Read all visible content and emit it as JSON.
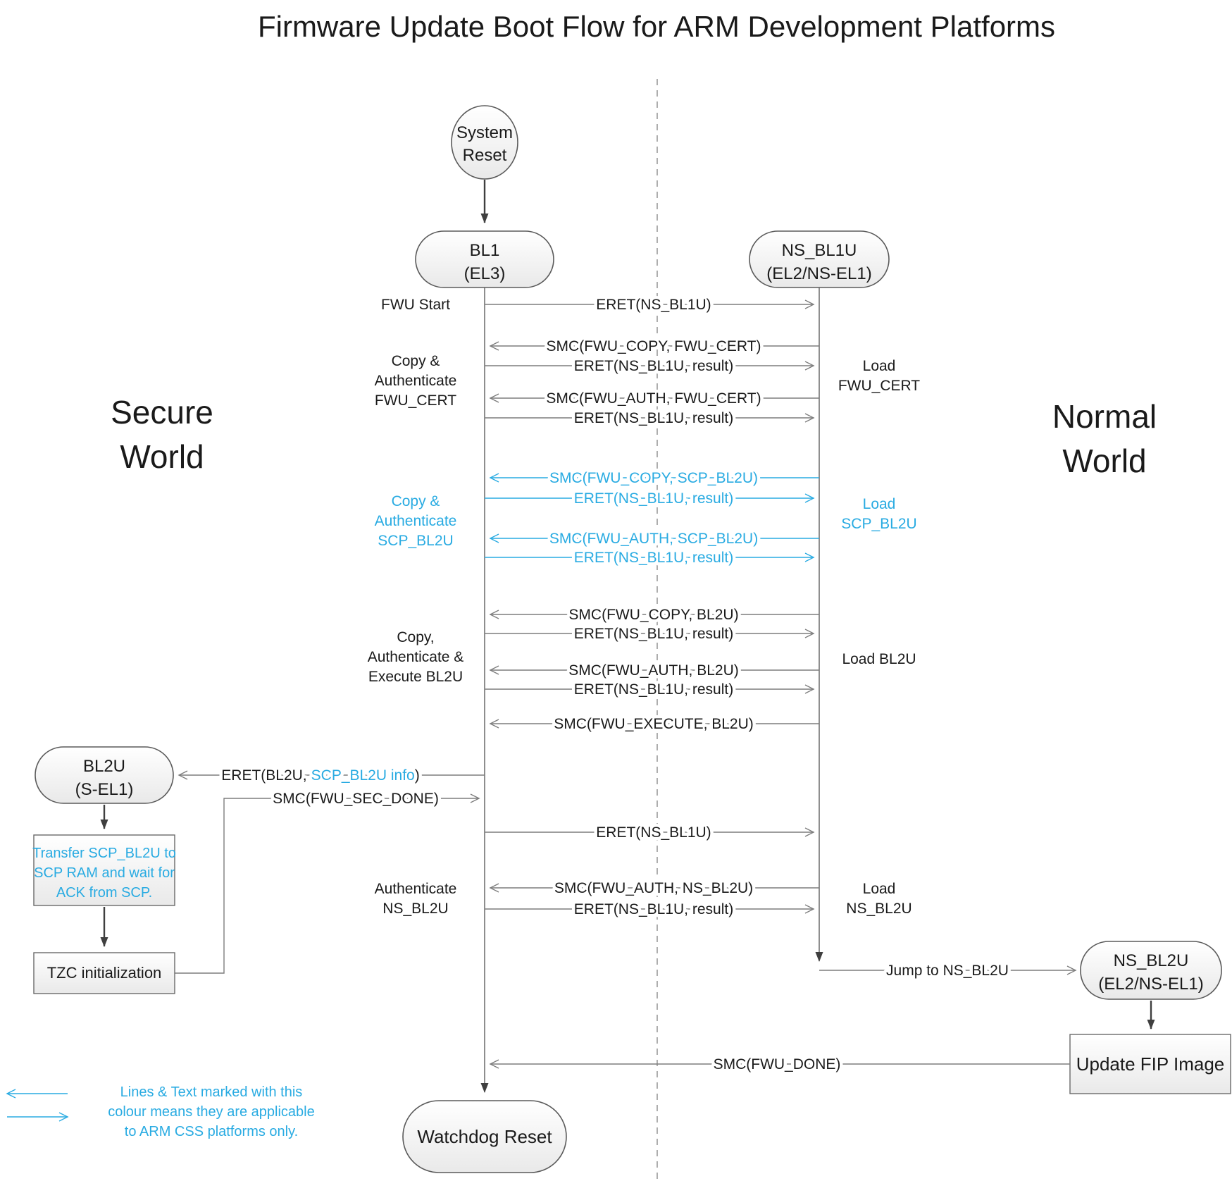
{
  "title": "Firmware Update Boot Flow for ARM Development Platforms",
  "worlds": {
    "secure_line1": "Secure",
    "secure_line2": "World",
    "normal_line1": "Normal",
    "normal_line2": "World"
  },
  "nodes": {
    "system_reset_line1": "System",
    "system_reset_line2": "Reset",
    "bl1_line1": "BL1",
    "bl1_line2": "(EL3)",
    "ns_bl1u_line1": "NS_BL1U",
    "ns_bl1u_line2": "(EL2/NS-EL1)",
    "bl2u_line1": "BL2U",
    "bl2u_line2": "(S-EL1)",
    "ns_bl2u_line1": "NS_BL2U",
    "ns_bl2u_line2": "(EL2/NS-EL1)",
    "watchdog": "Watchdog Reset",
    "update_fip": "Update FIP Image",
    "transfer_line1": "Transfer SCP_BL2U to",
    "transfer_line2": "SCP RAM and wait for",
    "transfer_line3": "ACK from SCP.",
    "tzc": "TZC initialization"
  },
  "messages": {
    "eret_ns_bl1u": "ERET(NS_BL1U)",
    "eret_ns_bl1u_result": "ERET(NS_BL1U, result)",
    "smc_copy_fwu_cert": "SMC(FWU_COPY, FWU_CERT)",
    "smc_auth_fwu_cert": "SMC(FWU_AUTH, FWU_CERT)",
    "smc_copy_scp_bl2u": "SMC(FWU_COPY, SCP_BL2U)",
    "smc_auth_scp_bl2u": "SMC(FWU_AUTH, SCP_BL2U)",
    "smc_copy_bl2u": "SMC(FWU_COPY, BL2U)",
    "smc_auth_bl2u": "SMC(FWU_AUTH, BL2U)",
    "smc_execute_bl2u": "SMC(FWU_EXECUTE, BL2U)",
    "eret_bl2u_pre": "ERET(BL2U,",
    "eret_bl2u_info": "SCP_BL2U info",
    "eret_bl2u_post": ")",
    "smc_fwu_sec_done": "SMC(FWU_SEC_DONE)",
    "smc_auth_ns_bl2u": "SMC(FWU_AUTH, NS_BL2U)",
    "jump_to_ns_bl2u": "Jump to NS_BL2U",
    "smc_fwu_done": "SMC(FWU_DONE)"
  },
  "labels": {
    "fwu_start": "FWU Start",
    "copy_auth_fwu_cert_1": "Copy &",
    "copy_auth_fwu_cert_2": "Authenticate",
    "copy_auth_fwu_cert_3": "FWU_CERT",
    "copy_auth_scp_bl2u_1": "Copy &",
    "copy_auth_scp_bl2u_2": "Authenticate",
    "copy_auth_scp_bl2u_3": "SCP_BL2U",
    "copy_auth_exec_1": "Copy,",
    "copy_auth_exec_2": "Authenticate &",
    "copy_auth_exec_3": "Execute BL2U",
    "auth_ns_bl2u_1": "Authenticate",
    "auth_ns_bl2u_2": "NS_BL2U",
    "load_fwu_cert_1": "Load",
    "load_fwu_cert_2": "FWU_CERT",
    "load_scp_bl2u_1": "Load",
    "load_scp_bl2u_2": "SCP_BL2U",
    "load_bl2u": "Load BL2U",
    "load_ns_bl2u_1": "Load",
    "load_ns_bl2u_2": "NS_BL2U"
  },
  "legend": {
    "line1": "Lines & Text marked with this",
    "line2": "colour means they are applicable",
    "line3": "to ARM CSS platforms only."
  },
  "colors": {
    "accent_blue": "#29ABE2",
    "line_gray": "#7d7d7d",
    "flow_dark": "#3f3f3f"
  }
}
